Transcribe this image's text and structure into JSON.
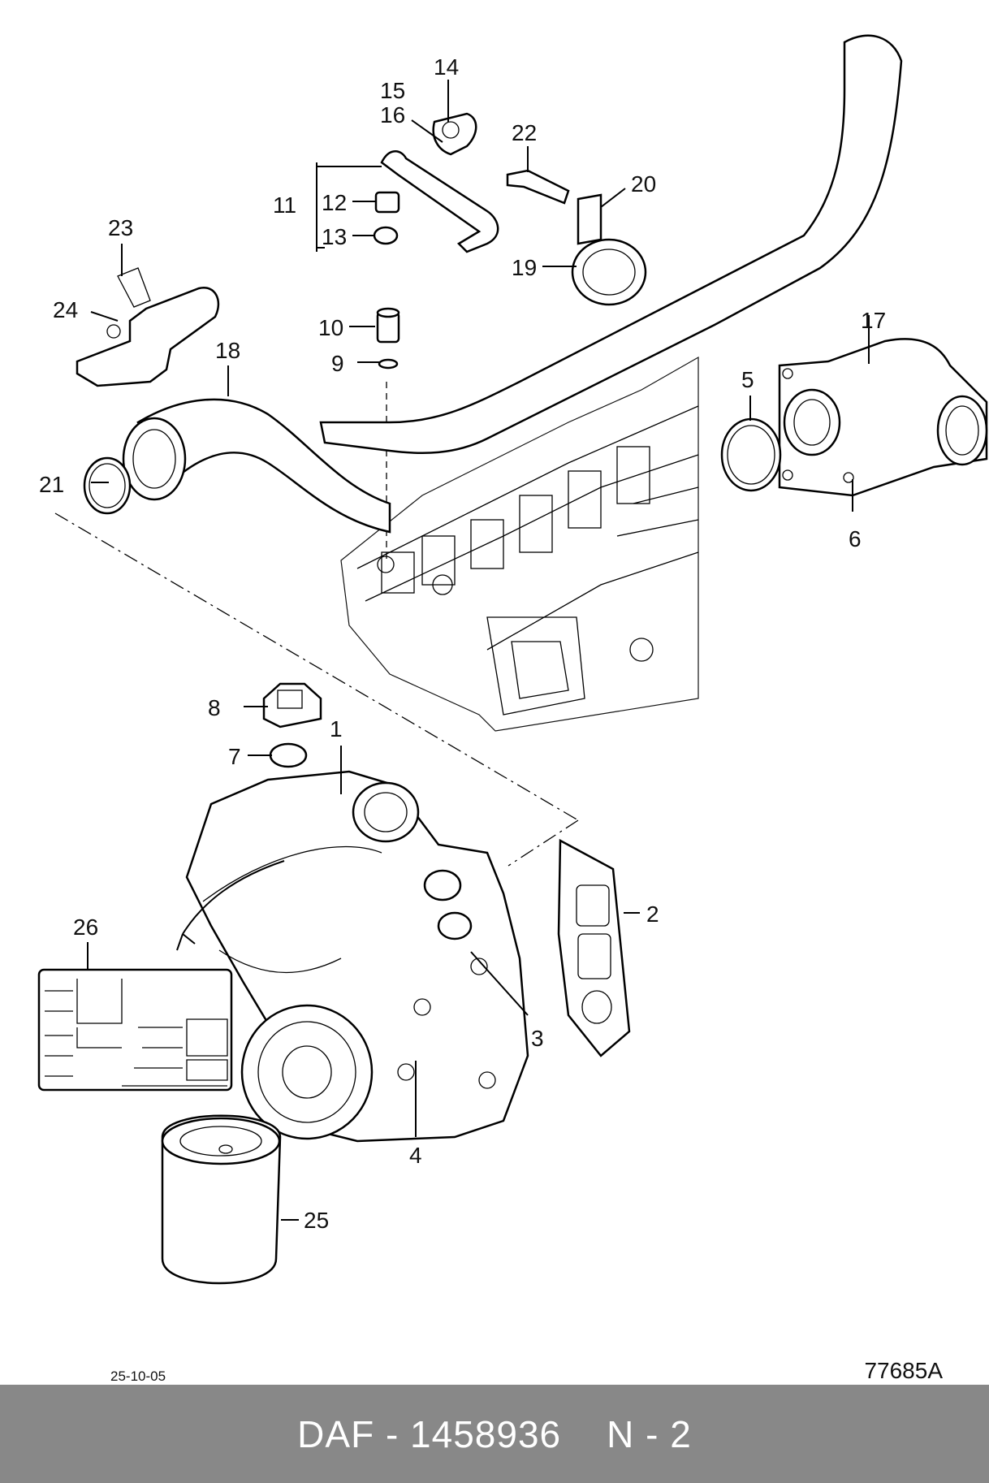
{
  "callouts": {
    "c1": "1",
    "c2": "2",
    "c3": "3",
    "c4": "4",
    "c5": "5",
    "c6": "6",
    "c7": "7",
    "c8": "8",
    "c9": "9",
    "c10": "10",
    "c11": "11",
    "c12": "12",
    "c13": "13",
    "c14": "14",
    "c15": "15",
    "c16": "16",
    "c17": "17",
    "c18": "18",
    "c19": "19",
    "c20": "20",
    "c21": "21",
    "c22": "22",
    "c23": "23",
    "c24": "24",
    "c25": "25",
    "c26": "26"
  },
  "footer": {
    "date": "25-10-05",
    "drawing_code": "77685A"
  },
  "banner": {
    "brand": "DAF - 1458936",
    "section": "N - 2"
  },
  "colors": {
    "banner_bg": "#888888",
    "banner_text": "#ffffff",
    "line": "#000000"
  }
}
